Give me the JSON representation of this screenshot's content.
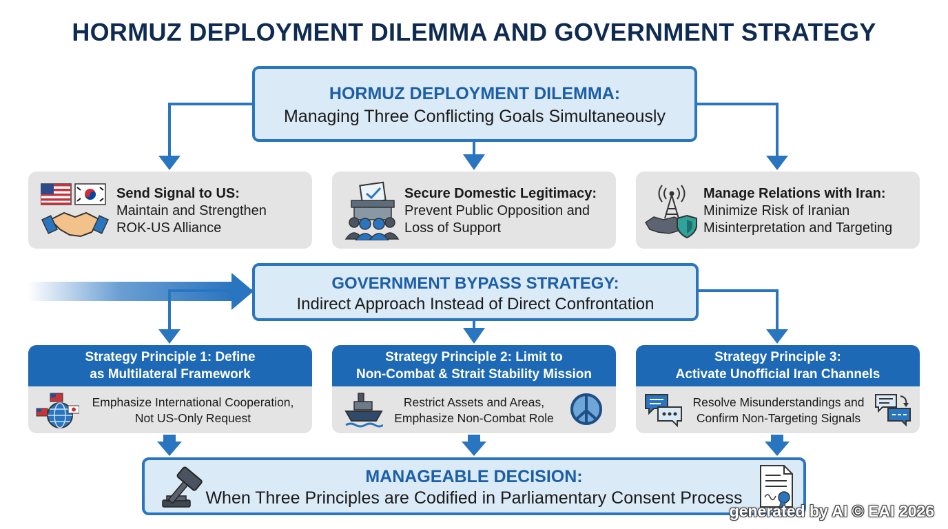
{
  "title": "HORMUZ DEPLOYMENT DILEMMA AND GOVERNMENT STRATEGY",
  "dilemma": {
    "title": "HORMUZ DEPLOYMENT DILEMMA:",
    "subtitle": "Managing Three Conflicting Goals Simultaneously"
  },
  "goals": [
    {
      "title": "Send Signal to US:",
      "line1": "Maintain and Strengthen",
      "line2": "ROK-US Alliance"
    },
    {
      "title": "Secure Domestic Legitimacy:",
      "line1": "Prevent Public Opposition and",
      "line2": "Loss of Support"
    },
    {
      "title": "Manage Relations with Iran:",
      "line1": "Minimize Risk of Iranian",
      "line2": "Misinterpretation and Targeting"
    }
  ],
  "strategy": {
    "title": "GOVERNMENT BYPASS STRATEGY:",
    "subtitle": "Indirect Approach Instead of Direct Confrontation"
  },
  "principles": [
    {
      "head1": "Strategy Principle 1: Define",
      "head2": "as Multilateral Framework",
      "body1": "Emphasize International Cooperation,",
      "body2": "Not US-Only Request"
    },
    {
      "head1": "Strategy Principle 2: Limit to",
      "head2": "Non-Combat & Strait Stability Mission",
      "body1": "Restrict Assets and Areas,",
      "body2": "Emphasize Non-Combat Role"
    },
    {
      "head1": "Strategy Principle 3:",
      "head2": "Activate Unofficial Iran Channels",
      "body1": "Resolve Misunderstandings and",
      "body2": "Confirm Non-Targeting Signals"
    }
  ],
  "decision": {
    "title": "MANAGEABLE DECISION:",
    "subtitle": "When Three Principles are Codified in Parliamentary Consent Process"
  },
  "watermark": "generated by AI © EAI 2026",
  "colors": {
    "navy": "#0f2b52",
    "accent": "#1c5fa6",
    "box_fill": "#dbeaf7",
    "card_gray": "#e4e4e4",
    "header_blue": "#1d69b6"
  }
}
